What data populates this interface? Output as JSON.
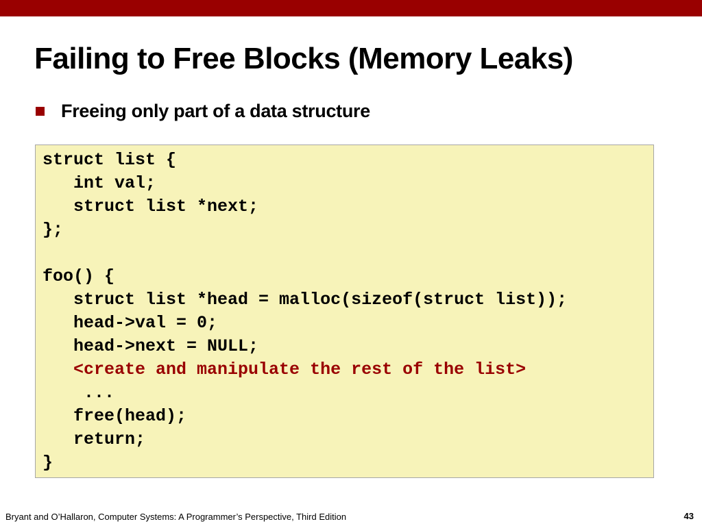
{
  "theme": {
    "bar_color": "#990000",
    "bullet_color": "#990000",
    "code_bg": "#f7f3b9",
    "highlight_color": "#990000"
  },
  "slide": {
    "title": "Failing to Free Blocks (Memory Leaks)",
    "bullet": "Freeing only part of a data structure"
  },
  "code": {
    "lines": [
      {
        "text": "struct list {",
        "highlight": false
      },
      {
        "text": "   int val;",
        "highlight": false
      },
      {
        "text": "   struct list *next;",
        "highlight": false
      },
      {
        "text": "};",
        "highlight": false
      },
      {
        "text": "",
        "highlight": false
      },
      {
        "text": "foo() {",
        "highlight": false
      },
      {
        "text": "   struct list *head = malloc(sizeof(struct list));",
        "highlight": false
      },
      {
        "text": "   head->val = 0;",
        "highlight": false
      },
      {
        "text": "   head->next = NULL;",
        "highlight": false
      },
      {
        "text": "   <create and manipulate the rest of the list>",
        "highlight": true
      },
      {
        "text": "    ...",
        "highlight": false
      },
      {
        "text": "   free(head);",
        "highlight": false
      },
      {
        "text": "   return;",
        "highlight": false
      },
      {
        "text": "}",
        "highlight": false
      }
    ]
  },
  "footer": {
    "citation": "Bryant and O’Hallaron, Computer Systems: A Programmer’s Perspective, Third Edition",
    "page_number": "43"
  }
}
